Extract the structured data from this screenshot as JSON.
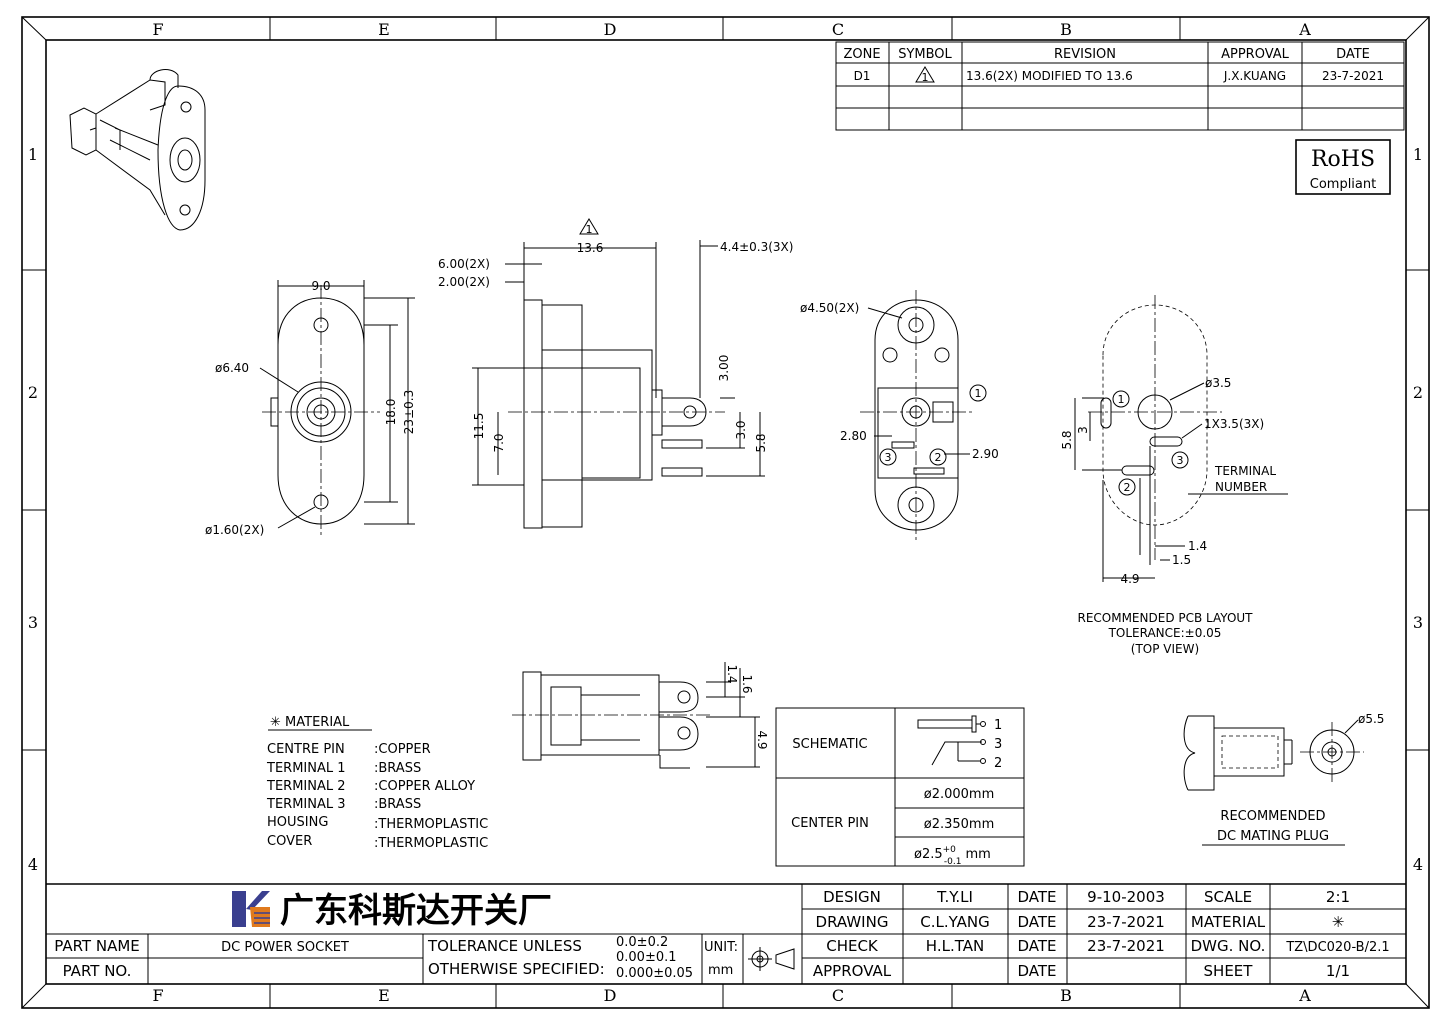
{
  "border": {
    "columns_top": [
      "F",
      "E",
      "D",
      "C",
      "B",
      "A"
    ],
    "rows": [
      "1",
      "2",
      "3",
      "4"
    ]
  },
  "revision_table": {
    "headers": [
      "ZONE",
      "SYMBOL",
      "REVISION",
      "APPROVAL",
      "DATE"
    ],
    "rows": [
      {
        "zone": "D1",
        "symbol": "triangle-1",
        "revision": "13.6(2X) MODIFIED TO 13.6",
        "approval": "J.X.KUANG",
        "date": "23-7-2021"
      }
    ]
  },
  "rohs": {
    "line1": "RoHS",
    "line2": "Compliant"
  },
  "dimensions": {
    "front": {
      "width": "9.0",
      "d_center": "ø6.40",
      "length": "18.0",
      "total": "23±0.3",
      "hole": "ø1.60(2X)"
    },
    "side": {
      "top": "13.6",
      "t1": "6.00(2X)",
      "t2": "2.00(2X)",
      "term": "4.4±0.3(3X)",
      "h3": "3.00",
      "h_11": "11.5",
      "h_7": "7.0",
      "v30": "3.0",
      "v58": "5.8"
    },
    "rear": {
      "hole": "ø4.50(2X)",
      "d280": "2.80",
      "d290": "2.90",
      "n1": "1",
      "n2": "2",
      "n3": "3"
    },
    "pcb": {
      "d35": "ø3.5",
      "slot": "1X3.5(3X)",
      "v58": "5.8",
      "v3": "3",
      "d14": "1.4",
      "d15": "1.5",
      "d49": "4.9",
      "terminal": "TERMINAL",
      "number": "NUMBER",
      "n1": "1",
      "n2": "2",
      "n3": "3"
    },
    "pcb_caption": {
      "l1": "RECOMMENDED PCB LAYOUT",
      "l2": "TOLERANCE:±0.05",
      "l3": "(TOP VIEW)"
    },
    "bottom": {
      "d14": "1.4",
      "d16": "1.6",
      "d49": "4.9"
    }
  },
  "material": {
    "title": "✳ MATERIAL",
    "items": [
      {
        "part": "CENTRE PIN",
        "value": ":COPPER"
      },
      {
        "part": "TERMINAL 1",
        "value": ":BRASS"
      },
      {
        "part": "TERMINAL 2",
        "value": ":COPPER ALLOY"
      },
      {
        "part": "TERMINAL 3",
        "value": ":BRASS"
      },
      {
        "part": "HOUSING",
        "value": ":THERMOPLASTIC"
      },
      {
        "part": "COVER",
        "value": ":THERMOPLASTIC"
      }
    ]
  },
  "schematic": {
    "label": "SCHEMATIC",
    "center_pin": "CENTER PIN",
    "pins": [
      "1",
      "3",
      "2"
    ],
    "sizes": [
      "ø2.000mm",
      "ø2.350mm"
    ],
    "size3_base": "ø2.5",
    "size3_sup": "+0",
    "size3_sub": "-0.1",
    "size3_unit": "mm"
  },
  "plug": {
    "dia": "ø5.5",
    "l1": "RECOMMENDED",
    "l2": "DC MATING PLUG"
  },
  "title_block": {
    "company": "广东科斯达开关厂",
    "part_name_label": "PART NAME",
    "part_name": "DC POWER SOCKET",
    "part_no_label": "PART NO.",
    "part_no": "",
    "tol_l1": "TOLERANCE UNLESS",
    "tol_l2": "OTHERWISE SPECIFIED:",
    "tol_v1": "0.0±0.2",
    "tol_v2": "0.00±0.1",
    "tol_v3": "0.000±0.05",
    "unit_label": "UNIT:",
    "unit": "mm",
    "design_label": "DESIGN",
    "design": "T.Y.LI",
    "design_date": "9-10-2003",
    "drawing_label": "DRAWING",
    "drawing": "C.L.YANG",
    "drawing_date": "23-7-2021",
    "check_label": "CHECK",
    "check": "H.L.TAN",
    "check_date": "23-7-2021",
    "approval_label": "APPROVAL",
    "approval": "",
    "approval_date": "",
    "date_label": "DATE",
    "scale_label": "SCALE",
    "scale": "2:1",
    "material_label": "MATERIAL",
    "material": "✳",
    "dwg_label": "DWG. NO.",
    "dwg": "TZ\\DC020-B/2.1",
    "sheet_label": "SHEET",
    "sheet": "1/1"
  }
}
